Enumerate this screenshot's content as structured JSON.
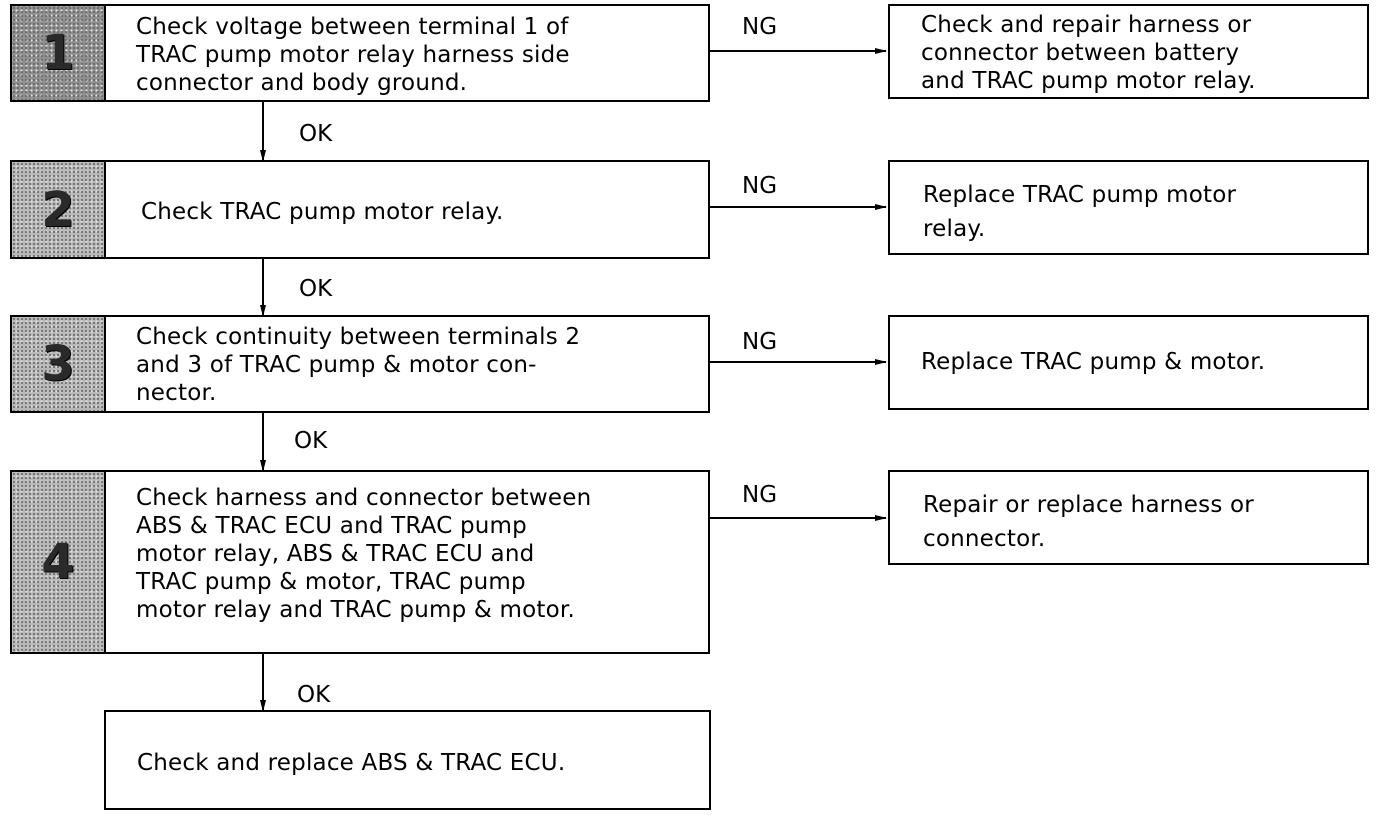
{
  "steps": [
    {
      "number": "1",
      "text": "Check voltage between terminal 1 of\nTRAC pump motor relay harness side\nconnector and body ground."
    },
    {
      "number": "2",
      "text": "Check TRAC pump motor relay."
    },
    {
      "number": "3",
      "text": "Check continuity between terminals 2\nand 3 of TRAC pump & motor con-\nnector."
    },
    {
      "number": "4",
      "text": "Check harness and connector between\nABS & TRAC ECU and TRAC pump\nmotor relay, ABS & TRAC ECU and\nTRAC pump & motor, TRAC pump\nmotor relay and TRAC pump & motor."
    }
  ],
  "results": [
    {
      "text": "Check and repair harness or\nconnector between battery\nand TRAC pump motor relay."
    },
    {
      "text": "Replace TRAC pump motor\nrelay."
    },
    {
      "text": "Replace TRAC pump & motor."
    },
    {
      "text": "Repair or replace harness or\nconnector."
    }
  ],
  "final": {
    "text": "Check and replace ABS & TRAC ECU."
  },
  "labels": {
    "ng": "NG",
    "ok": "OK"
  }
}
